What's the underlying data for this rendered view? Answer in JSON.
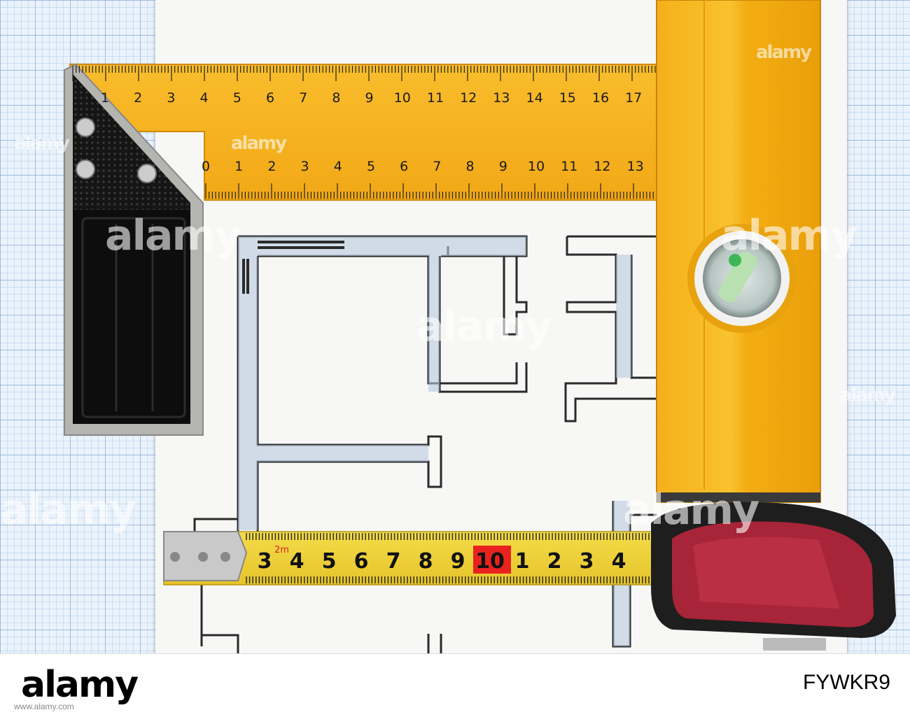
{
  "scene": {
    "description_colors": {
      "graph_paper": "#eaf2fb",
      "ruler_yellow": "#f6b21b",
      "level_yellow": "#f7b517",
      "tape_yellow": "#f2d63a",
      "tape_red_marker": "#e8231f",
      "tape_case_red": "#b0283b",
      "square_handle": "#111111"
    }
  },
  "square_ruler": {
    "top_scale": [
      "1",
      "2",
      "3",
      "4",
      "5",
      "6",
      "7",
      "8",
      "9",
      "10",
      "11",
      "12",
      "13",
      "14",
      "15",
      "16",
      "17"
    ],
    "bottom_scale": [
      "0",
      "1",
      "2",
      "3",
      "4",
      "5",
      "6",
      "7",
      "8",
      "9",
      "10",
      "11",
      "12",
      "13"
    ]
  },
  "tape_measure": {
    "small_label": "2m",
    "numbers": [
      "3",
      "4",
      "5",
      "6",
      "7",
      "8",
      "9",
      "10",
      "1",
      "2",
      "3",
      "4"
    ],
    "highlight_index": 7
  },
  "watermarks": [
    "alamy",
    "alamy",
    "alamy",
    "alamy",
    "alamy",
    "alamy",
    "alamy",
    "alamy",
    "alamy"
  ],
  "footer": {
    "logo": "alamy",
    "image_id": "FYWKR9",
    "stockline": "www.alamy.com"
  }
}
